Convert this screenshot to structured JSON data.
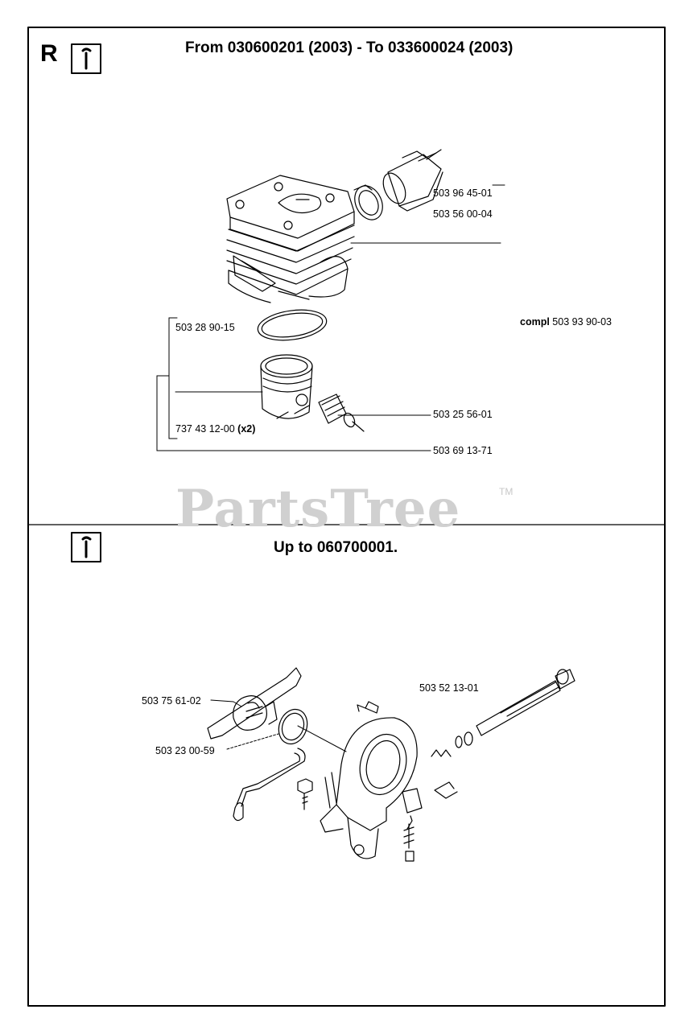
{
  "section1": {
    "mark": "R",
    "title": "From 030600201 (2003) - To 033600024 (2003)",
    "parts": {
      "p1": "503 96 45-01",
      "p2": "503 56 00-04",
      "compl_prefix": "compl",
      "compl_number": "503 93 90-03",
      "p3": "503 28 90-15",
      "p4": "503 25 56-01",
      "p5_number": "737 43 12-00",
      "p5_qty": "(x2)",
      "p6": "503 69 13-71"
    }
  },
  "section2": {
    "title": "Up to 060700001.",
    "parts": {
      "q1": "503 75 61-02",
      "q2": "503 23 00-59",
      "q3": "503 52 13-01"
    }
  },
  "watermark": {
    "text": "PartsTree",
    "tm": "TM",
    "color": "#d0d0d0"
  },
  "icons": {
    "info_icon": "info-icon"
  }
}
